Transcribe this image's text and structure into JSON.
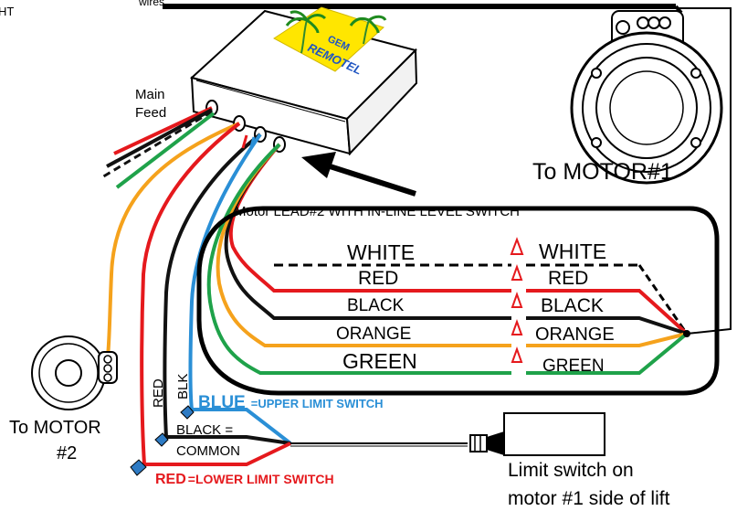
{
  "labels": {
    "top_left_fragment": "HT",
    "top_wires_fragment": "wires",
    "main_feed": [
      "Main",
      "Feed"
    ],
    "to_motor_1": "To MOTOR#1",
    "to_motor_2": [
      "To MOTOR",
      "#2"
    ],
    "motor_lead_2": "Motor LEAD#2 WITH IN-LINE LEVEL SWITCH",
    "limit_switch_note": [
      "Limit switch on",
      "motor #1 side of lift"
    ],
    "red_vertical": "RED",
    "blk_vertical": "BLK"
  },
  "controller_logo": [
    "GEM",
    "REMOTEL"
  ],
  "wire_legend": {
    "left": [
      "WHITE",
      "RED",
      "BLACK",
      "ORANGE",
      "GREEN"
    ],
    "right": [
      "WHITE",
      "RED",
      "BLACK",
      "ORANGE",
      "GREEN"
    ]
  },
  "limit_switch_labels": {
    "blue_word": "BLUE",
    "blue_desc": "=UPPER LIMIT SWITCH",
    "black_line1": "BLACK =",
    "black_line2": "COMMON",
    "red_word": "RED",
    "red_desc": "=LOWER LIMIT SWITCH"
  },
  "colors": {
    "white_wire": "#000000",
    "red_wire": "#e5191d",
    "black_wire": "#111111",
    "orange_wire": "#f5a21c",
    "green_wire": "#1fa24a",
    "blue_wire": "#2a8fd6",
    "logo_yellow": "#ffe600",
    "logo_blue": "#1f55c2",
    "wire_nut_blue": "#2e7bc4"
  }
}
